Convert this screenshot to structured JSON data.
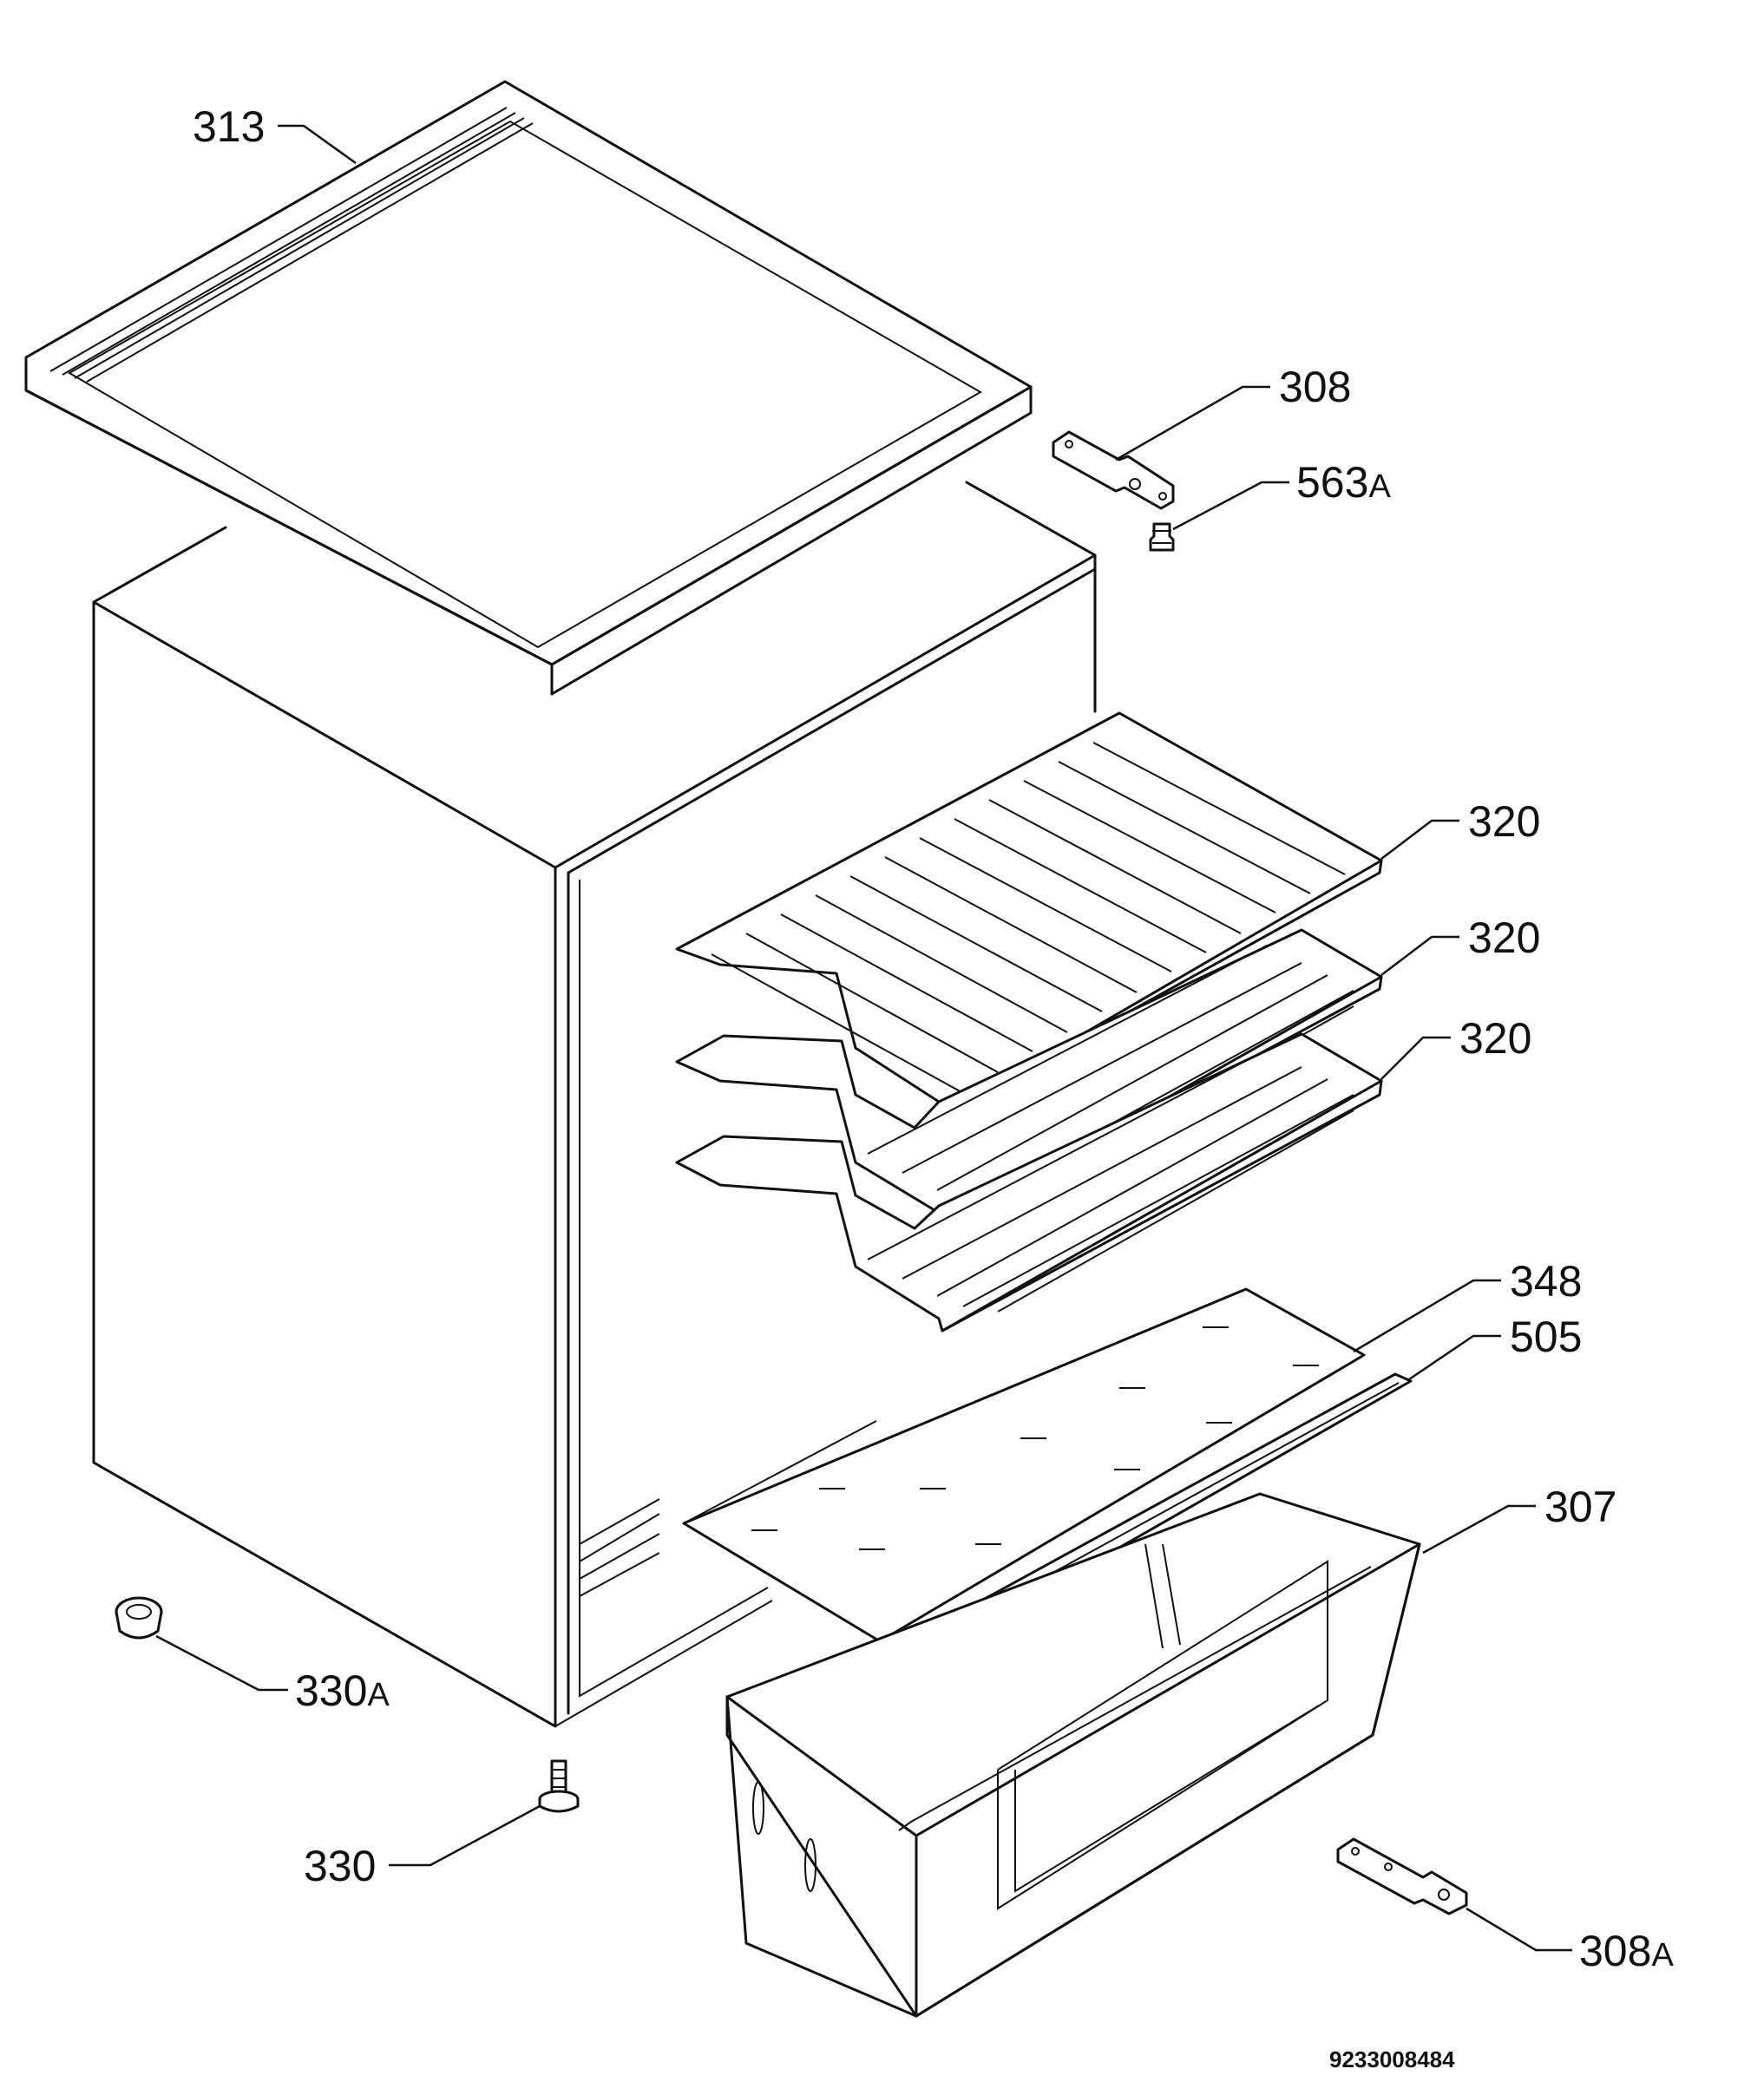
{
  "document_number": "9233008484",
  "parts": [
    {
      "id": "313",
      "number": "313",
      "suffix": ""
    },
    {
      "id": "308",
      "number": "308",
      "suffix": ""
    },
    {
      "id": "563A",
      "number": "563",
      "suffix": "A"
    },
    {
      "id": "320a",
      "number": "320",
      "suffix": ""
    },
    {
      "id": "320b",
      "number": "320",
      "suffix": ""
    },
    {
      "id": "320c",
      "number": "320",
      "suffix": ""
    },
    {
      "id": "348",
      "number": "348",
      "suffix": ""
    },
    {
      "id": "505",
      "number": "505",
      "suffix": ""
    },
    {
      "id": "307",
      "number": "307",
      "suffix": ""
    },
    {
      "id": "330A",
      "number": "330",
      "suffix": "A"
    },
    {
      "id": "330",
      "number": "330",
      "suffix": ""
    },
    {
      "id": "308A",
      "number": "308",
      "suffix": "A"
    }
  ]
}
